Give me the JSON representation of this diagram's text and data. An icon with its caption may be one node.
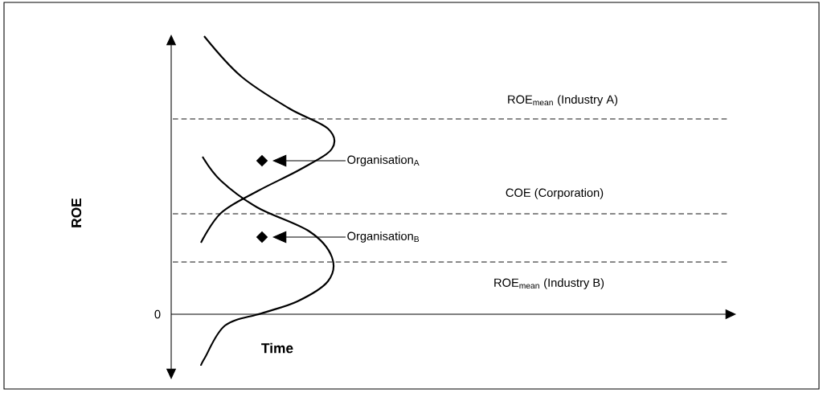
{
  "diagram": {
    "nodes": [
      {
        "text": [
          "Organisation$_{A}$"
        ]
      },
      {
        "text": [],
        "shape": "diamond"
      },
      {
        "text": [
          "Organisation$_{B}$"
        ]
      },
      {
        "text": [],
        "shape": "diamond"
      }
    ],
    "edges": [
      {
        "from": 0,
        "to": 1,
        "arrow": "to"
      },
      {
        "from": 2,
        "to": 3,
        "arrow": "to"
      }
    ],
    "labels": [
      "ROE$_{mean}$ (Industry A)",
      "COE (Corporation)",
      "ROE",
      "ROE$_{mean}$ (Industry B)",
      "0",
      "Time"
    ]
  }
}
